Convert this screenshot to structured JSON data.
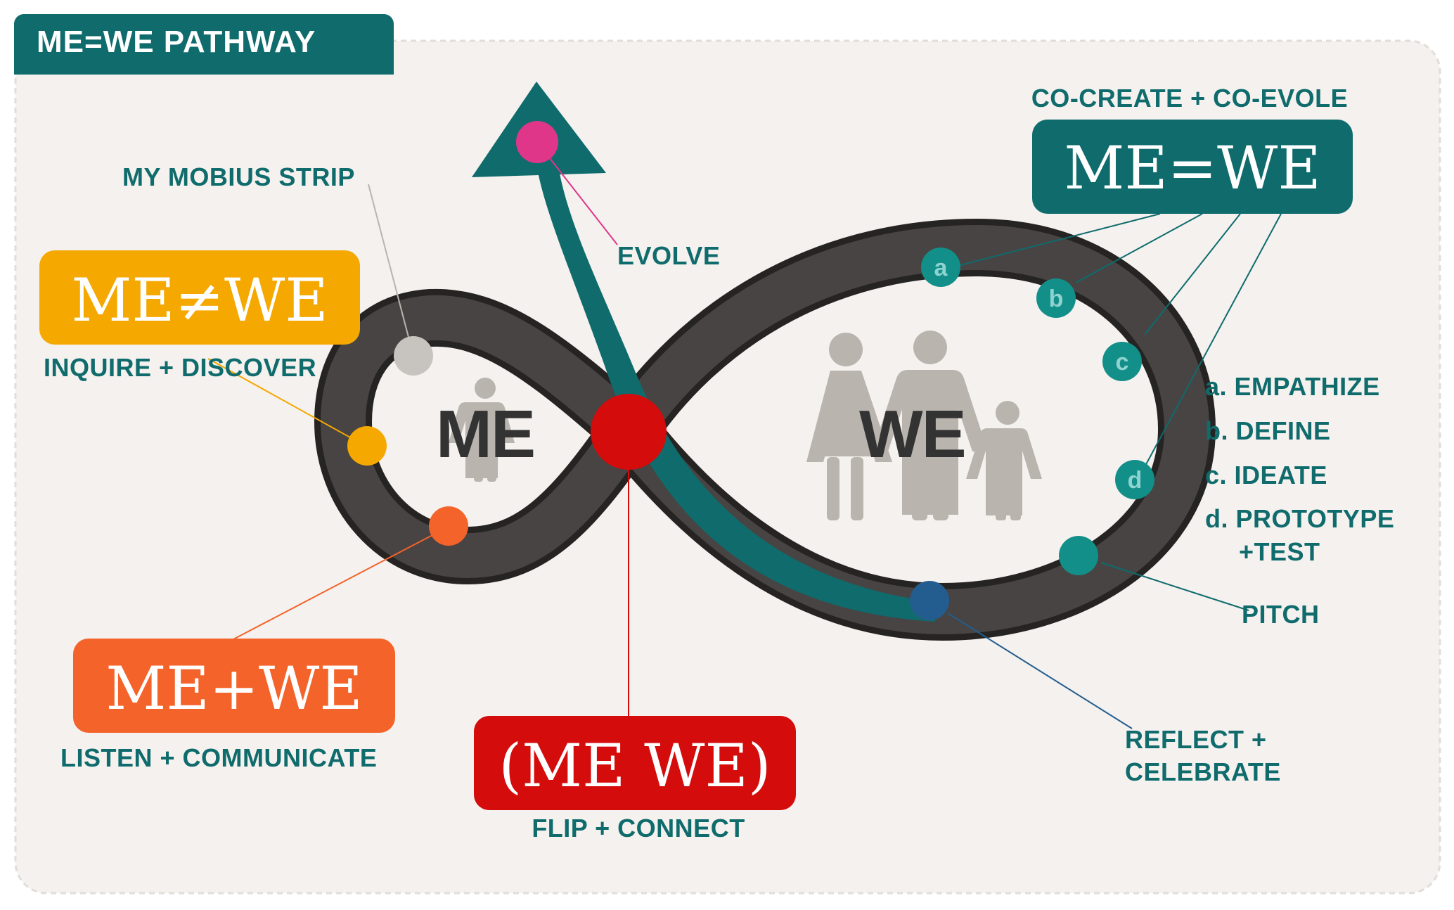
{
  "header": {
    "title": "ME=WE PATHWAY"
  },
  "core": {
    "me_label": "ME",
    "we_label": "WE"
  },
  "boxes": {
    "me_neq_we": {
      "text": "ME≠WE",
      "caption": "INQUIRE + DISCOVER",
      "color": "#f5a800"
    },
    "me_plus_we": {
      "text": "ME+WE",
      "caption": "LISTEN + COMMUNICATE",
      "color": "#f4632a"
    },
    "me_we_flip": {
      "text": "(ME WE)",
      "caption": "FLIP + CONNECT",
      "color": "#d40c0c"
    },
    "me_eq_we": {
      "text": "ME=WE",
      "caption_above": "CO-CREATE + CO-EVOLE",
      "color": "#0f6b6c"
    }
  },
  "labels": {
    "mobius": "MY MOBIUS STRIP",
    "evolve": "EVOLVE",
    "pitch": "PITCH",
    "reflect_line1": "REFLECT +",
    "reflect_line2": "CELEBRATE"
  },
  "steps": {
    "a": {
      "letter": "a",
      "label": "a. EMPATHIZE"
    },
    "b": {
      "letter": "b",
      "label": "b. DEFINE"
    },
    "c": {
      "letter": "c",
      "label": "c. IDEATE"
    },
    "d": {
      "letter": "d",
      "label_line1": "d. PROTOTYPE",
      "label_line2": "+TEST"
    }
  },
  "colors": {
    "teal": "#0f6b6c",
    "band": "#3c3a39",
    "background": "#f4f1ee",
    "pink_dot": "#e0368a",
    "gray_dot": "#c7c3be",
    "yellow_dot": "#f5a800",
    "orange_dot": "#f4632a",
    "red_node": "#d40c0c",
    "teal_dot": "#138f8a",
    "blue_dot": "#235d8f",
    "figures": "#b9b4ae"
  }
}
